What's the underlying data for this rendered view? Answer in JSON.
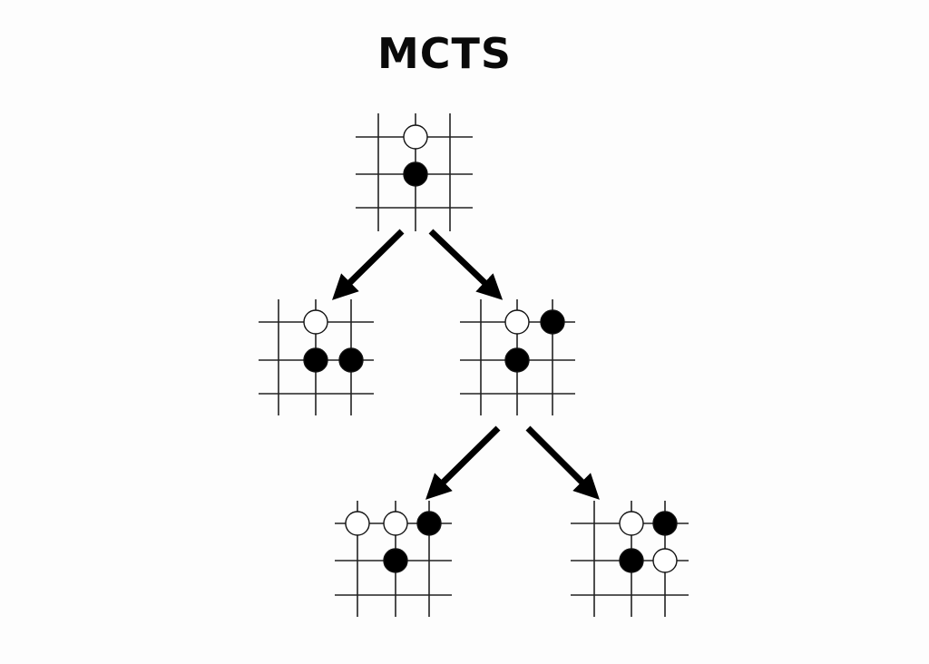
{
  "title": "MCTS",
  "colors": {
    "line": "#222222",
    "black_stone": "#000000",
    "white_stone": "#ffffff",
    "arrow": "#000000"
  },
  "tree": {
    "nodes": [
      {
        "id": "root",
        "stones": [
          {
            "col": 1,
            "row": 0,
            "color": "white"
          },
          {
            "col": 1,
            "row": 1,
            "color": "black"
          }
        ]
      },
      {
        "id": "child-left",
        "parent": "root",
        "stones": [
          {
            "col": 1,
            "row": 0,
            "color": "white"
          },
          {
            "col": 1,
            "row": 1,
            "color": "black"
          },
          {
            "col": 2,
            "row": 1,
            "color": "black"
          }
        ]
      },
      {
        "id": "child-right",
        "parent": "root",
        "stones": [
          {
            "col": 1,
            "row": 0,
            "color": "white"
          },
          {
            "col": 2,
            "row": 0,
            "color": "black"
          },
          {
            "col": 1,
            "row": 1,
            "color": "black"
          }
        ]
      },
      {
        "id": "grandchild-left",
        "parent": "child-right",
        "stones": [
          {
            "col": 0,
            "row": 0,
            "color": "white"
          },
          {
            "col": 1,
            "row": 0,
            "color": "white"
          },
          {
            "col": 2,
            "row": 0,
            "color": "black"
          },
          {
            "col": 1,
            "row": 1,
            "color": "black"
          }
        ]
      },
      {
        "id": "grandchild-right",
        "parent": "child-right",
        "stones": [
          {
            "col": 1,
            "row": 0,
            "color": "white"
          },
          {
            "col": 2,
            "row": 0,
            "color": "black"
          },
          {
            "col": 1,
            "row": 1,
            "color": "black"
          },
          {
            "col": 2,
            "row": 1,
            "color": "white"
          }
        ]
      }
    ]
  }
}
